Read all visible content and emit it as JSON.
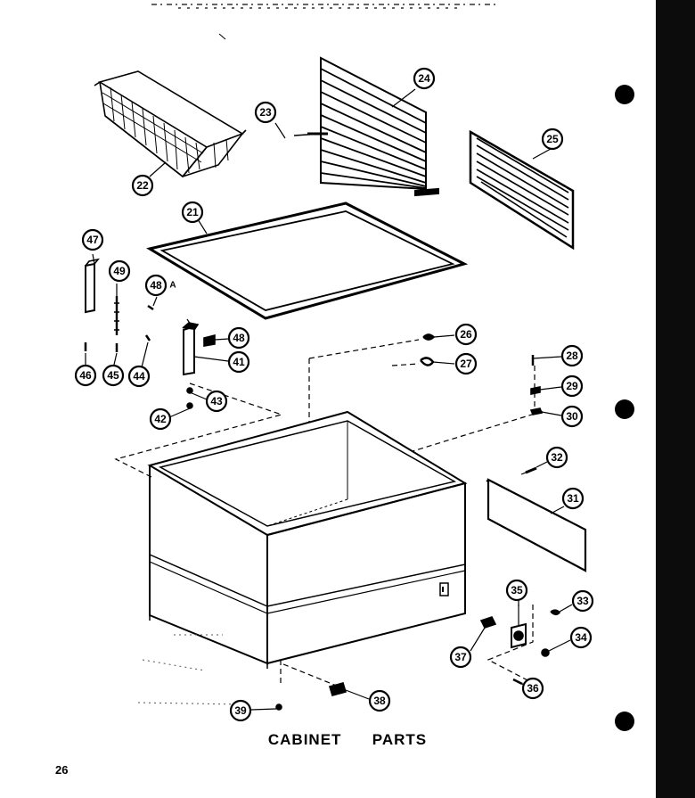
{
  "caption": {
    "text_a": "CABINET",
    "text_b": "PARTS"
  },
  "page_number": "26",
  "callouts": {
    "c21": "21",
    "c22": "22",
    "c23": "23",
    "c24": "24",
    "c25": "25",
    "c26": "26",
    "c27": "27",
    "c28": "28",
    "c29": "29",
    "c30": "30",
    "c31": "31",
    "c32": "32",
    "c33": "33",
    "c34": "34",
    "c35": "35",
    "c36": "36",
    "c37": "37",
    "c38": "38",
    "c39": "39",
    "c41": "41",
    "c42": "42",
    "c43": "43",
    "c44": "44",
    "c45": "45",
    "c46": "46",
    "c47": "47",
    "c48": "48",
    "c48a": "48",
    "c48a_suffix": "A",
    "c49": "49"
  }
}
